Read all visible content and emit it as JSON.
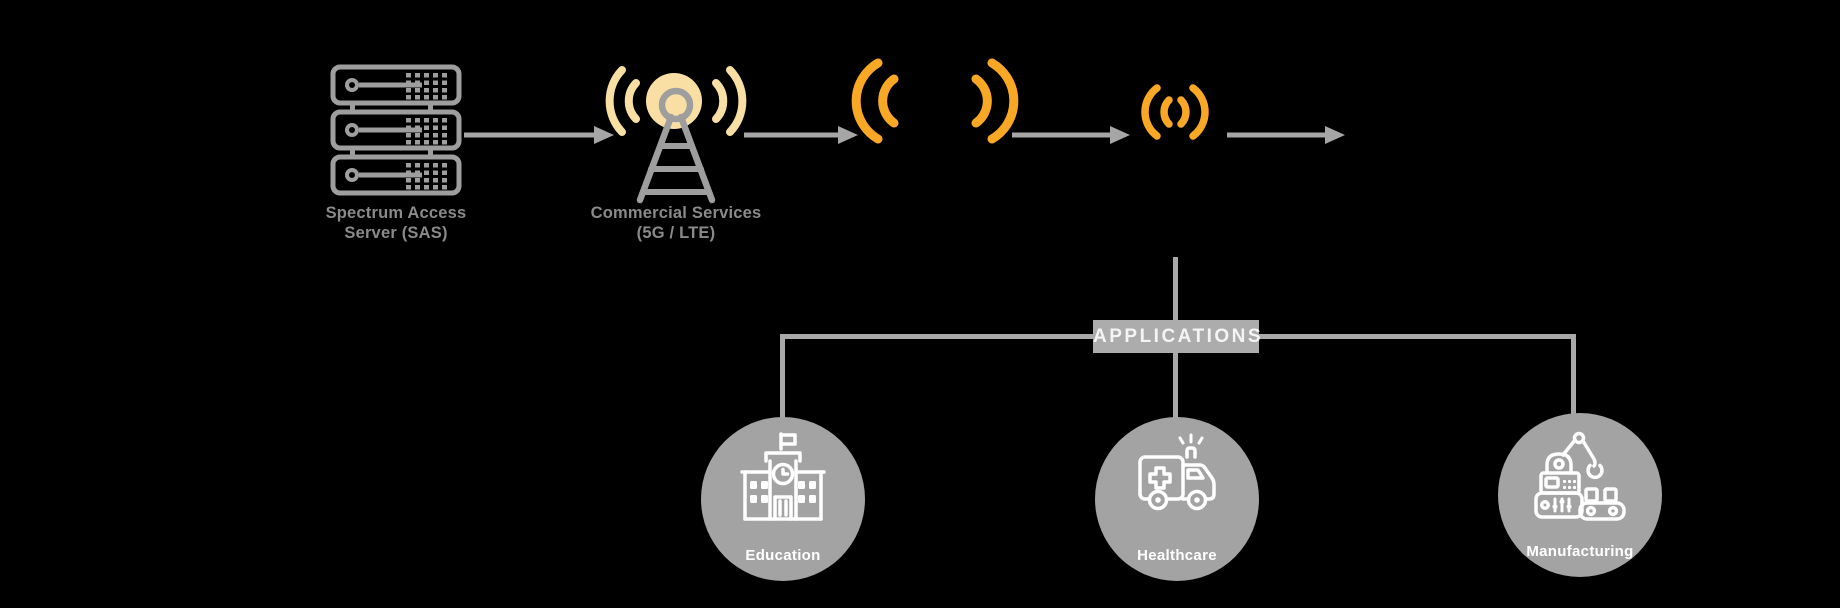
{
  "nodes": {
    "sas": {
      "label_line1": "Spectrum Access",
      "label_line2": "Server (SAS)",
      "icon": "server-rack-icon"
    },
    "commercial": {
      "label_line1": "Commercial Services",
      "label_line2": "(5G / LTE)",
      "icon": "cell-tower-icon"
    },
    "wireless_link_large": {
      "icon": "wireless-signal-icon"
    },
    "wireless_link_small": {
      "icon": "wireless-signal-icon"
    }
  },
  "applications": {
    "header": "APPLICATIONS",
    "items": [
      {
        "label": "Education",
        "icon": "school-icon"
      },
      {
        "label": "Healthcare",
        "icon": "ambulance-icon"
      },
      {
        "label": "Manufacturing",
        "icon": "robot-arm-icon"
      }
    ]
  },
  "colors": {
    "background": "#000000",
    "icon_gray": "#9E9E9E",
    "arrow_gray": "#A6A6A6",
    "line_gray": "#A9A9A9",
    "label_gray": "#8A8A8A",
    "applications_box_bg": "#ACACAC",
    "applications_text": "#F4F4F4",
    "circle_bg": "#A3A3A3",
    "circle_text": "#FFFFFF",
    "signal_orange": "#F9A825",
    "signal_pale_yellow": "#F9DFA3"
  }
}
